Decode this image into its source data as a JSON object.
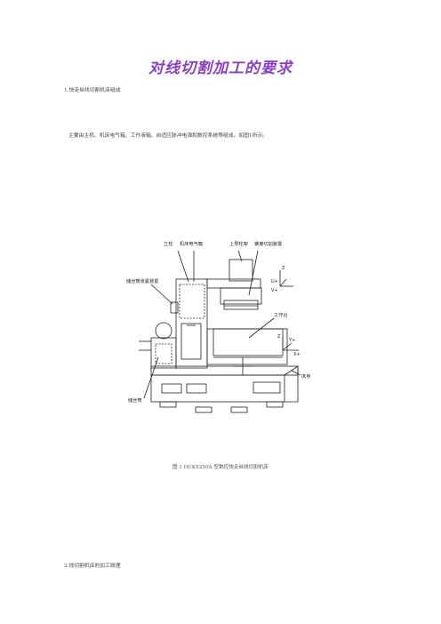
{
  "doc": {
    "title": "对线切割加工的要求",
    "section1_heading": "1.快走丝线切割机床组成",
    "section1_paragraph": "主要由主机、机床电气箱、工作液箱、自适应脉冲电源和数控系统等组成。如图1所示。",
    "figure_caption": "图 1  HCKX250A 型数控快走丝线切割机床",
    "section2_heading": "2.线切割机床的加工原理"
  },
  "figure": {
    "labels": {
      "column": "立柱",
      "electrical_box": "机床电气箱",
      "upper_guide": "上导轮架",
      "taper_device": "锥度切割装置",
      "wire_tension": "储丝筒张紧装置",
      "worktable": "工作台",
      "bed": "床身",
      "wire_drum": "储丝筒"
    },
    "axes": {
      "z": "Z",
      "u": "U+",
      "v": "V+",
      "z2": "Z",
      "y": "Y+",
      "x": "X+"
    }
  }
}
